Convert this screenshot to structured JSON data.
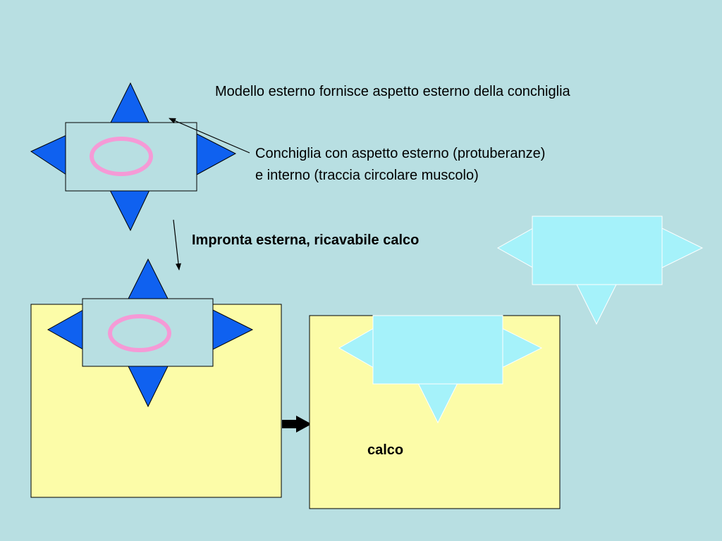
{
  "labels": {
    "external_model": "Modello esterno fornisce aspetto esterno della conchiglia",
    "shell_line1": "Conchiglia con aspetto esterno (protuberanze)",
    "shell_line2": "e interno (traccia circolare muscolo)",
    "external_imprint": "Impronta esterna, ricavabile calco",
    "cast": "calco"
  },
  "colors": {
    "background": "#b8dfe2",
    "shell_body": "#b8dfe2",
    "protuberance": "#0f61f0",
    "muscle_scar": "#f59ad6",
    "sediment": "#fcfca8",
    "cast_fill": "#a5f2fa",
    "cast_light": "#cbf6fb"
  }
}
